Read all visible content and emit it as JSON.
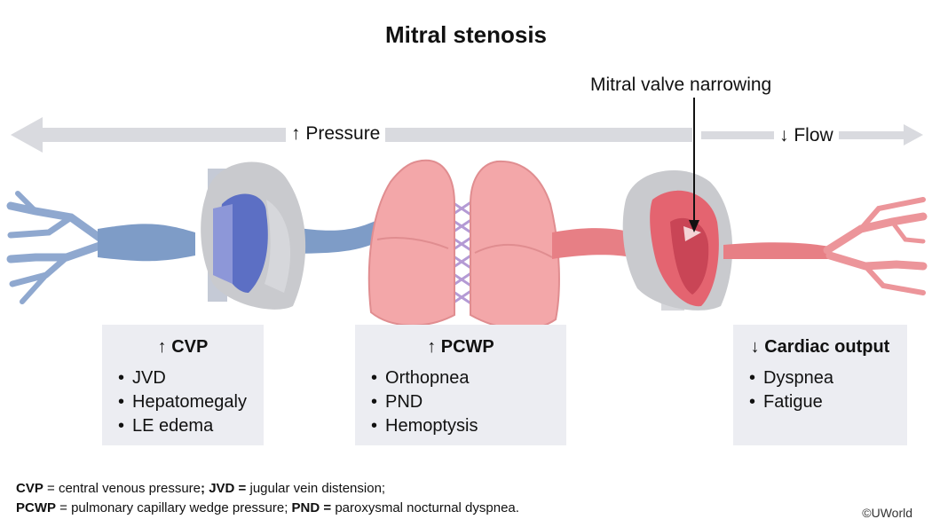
{
  "title": "Mitral stenosis",
  "pressure_label": "↑ Pressure",
  "flow_label": "↓ Flow",
  "valve_label": "Mitral valve narrowing",
  "boxes": [
    {
      "heading": "↑ CVP",
      "items": [
        "JVD",
        "Hepatomegaly",
        "LE edema"
      ]
    },
    {
      "heading": "↑ PCWP",
      "items": [
        "Orthopnea",
        "PND",
        "Hemoptysis"
      ]
    },
    {
      "heading": "↓ Cardiac output",
      "items": [
        "Dyspnea",
        "Fatigue"
      ]
    }
  ],
  "footnote": {
    "line1": [
      {
        "b": "CVP"
      },
      {
        "t": " = central venous pressure"
      },
      {
        "b": "; JVD ="
      },
      {
        "t": " jugular vein distension;"
      }
    ],
    "line2": [
      {
        "b": "PCWP"
      },
      {
        "t": " = pulmonary capillary wedge pressure; "
      },
      {
        "b": "PND ="
      },
      {
        "t": " paroxysmal nocturnal dyspnea."
      }
    ]
  },
  "copyright": "©UWorld",
  "colors": {
    "vein": "#7e9cc7",
    "artery": "#e77f85",
    "lung": "#f3a7a9",
    "heart_gray": "#c9cace",
    "arrow_gray": "#d9dadf",
    "box_bg": "#ecedf2"
  }
}
